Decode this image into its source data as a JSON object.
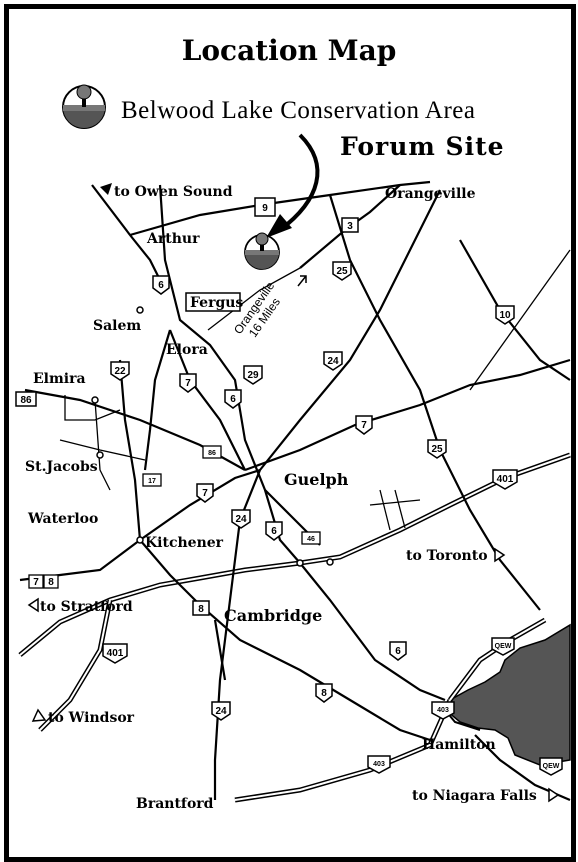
{
  "title": "Location Map",
  "subtitle": "Belwood Lake Conservation Area",
  "forum_label": "Forum Site",
  "distance_label": {
    "line1": "Orangeville",
    "line2": "16 Miles"
  },
  "towns": {
    "orangeville": "Orangeville",
    "arthur": "Arthur",
    "fergus": "Fergus",
    "salem": "Salem",
    "elora": "Elora",
    "elmira": "Elmira",
    "st_jacobs": "St.Jacobs",
    "guelph": "Guelph",
    "waterloo": "Waterloo",
    "kitchener": "Kitchener",
    "cambridge": "Cambridge",
    "hamilton": "Hamilton",
    "brantford": "Brantford"
  },
  "destinations": {
    "owen_sound": "to Owen Sound",
    "toronto": "to Toronto",
    "stratford": "to Stratford",
    "windsor": "to Windsor",
    "niagara": "to Niagara Falls"
  },
  "shields": {
    "h9": "9",
    "h3": "3",
    "h25a": "25",
    "h10": "10",
    "h6a": "6",
    "h22": "22",
    "h24a": "24",
    "h7a": "7",
    "h29": "29",
    "h6b": "6",
    "h7b": "7",
    "h25b": "25",
    "h86a": "86",
    "h86b": "86",
    "h17": "17",
    "h7c": "7",
    "h401a": "401",
    "h24b": "24",
    "h6c": "6",
    "h46": "46",
    "h7d": "7",
    "h8a": "8",
    "h8b": "8",
    "h401b": "401",
    "h8c": "8",
    "h6d": "6",
    "qew1": "QEW",
    "h403a": "403",
    "h24c": "24",
    "h403b": "403",
    "qew2": "QEW"
  },
  "colors": {
    "logo_top": "#777777",
    "logo_bottom": "#555555",
    "lake": "#555555"
  }
}
